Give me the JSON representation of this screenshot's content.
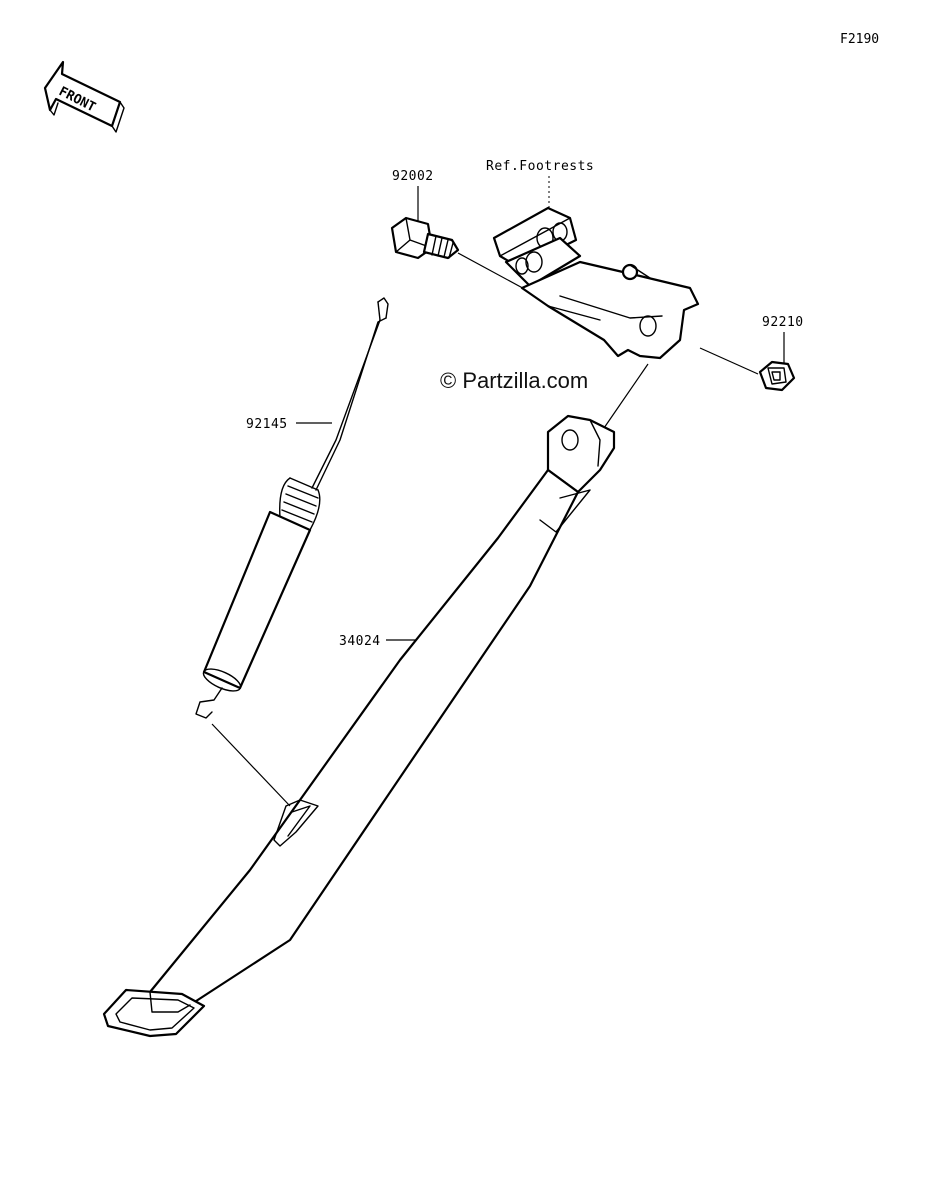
{
  "figure_code": "F2190",
  "front_label": "FRONT",
  "watermark": "© Partzilla.com",
  "reference_label": "Ref.Footrests",
  "parts": [
    {
      "number": "92002",
      "icon": "bolt-icon"
    },
    {
      "number": "92210",
      "icon": "nut-icon"
    },
    {
      "number": "92145",
      "icon": "spring-icon"
    },
    {
      "number": "34024",
      "icon": "side-stand-icon"
    }
  ]
}
